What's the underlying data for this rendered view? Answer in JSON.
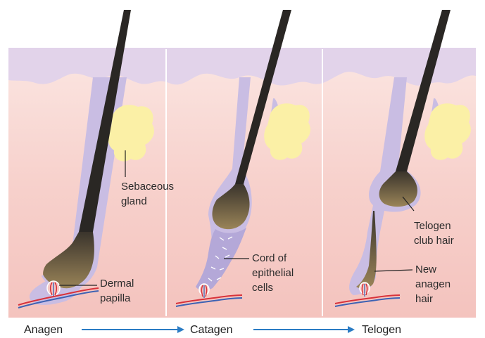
{
  "labels": {
    "sebaceous_gland": [
      "Sebaceous",
      "gland"
    ],
    "dermal_papilla": [
      "Dermal",
      "papilla"
    ],
    "cord": [
      "Cord of",
      "epithelial",
      "cells"
    ],
    "telogen_club": [
      "Telogen",
      "club hair"
    ],
    "new_anagen": [
      "New",
      "anagen",
      "hair"
    ]
  },
  "phases": [
    "Anagen",
    "Catagen",
    "Telogen"
  ],
  "colors": {
    "skin": "#f7cdc8",
    "epidermis": "#e4d6ea",
    "sheath": "#c9bde3",
    "hair": "#2b2825",
    "bulb": "#8a7651",
    "gland": "#fbf0a6",
    "arrow": "#2b7cc4",
    "vessel_red": "#d8323a",
    "vessel_blue": "#3d62b3"
  }
}
